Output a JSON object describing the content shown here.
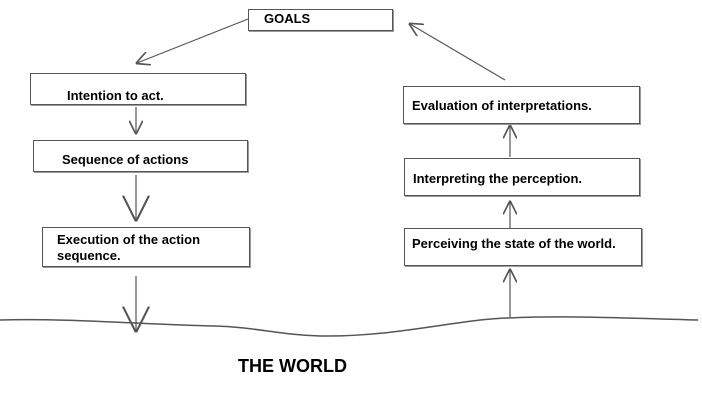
{
  "diagram": {
    "goals": "GOALS",
    "execution_side": [
      "Intention to act.",
      "Sequence of actions",
      "Execution of the action sequence."
    ],
    "evaluation_side": [
      "Evaluation of interpretations.",
      "Interpreting the perception.",
      "Perceiving the state of the world."
    ],
    "world": "THE WORLD"
  },
  "colors": {
    "line": "#555555",
    "text": "#000000",
    "background": "#ffffff"
  }
}
